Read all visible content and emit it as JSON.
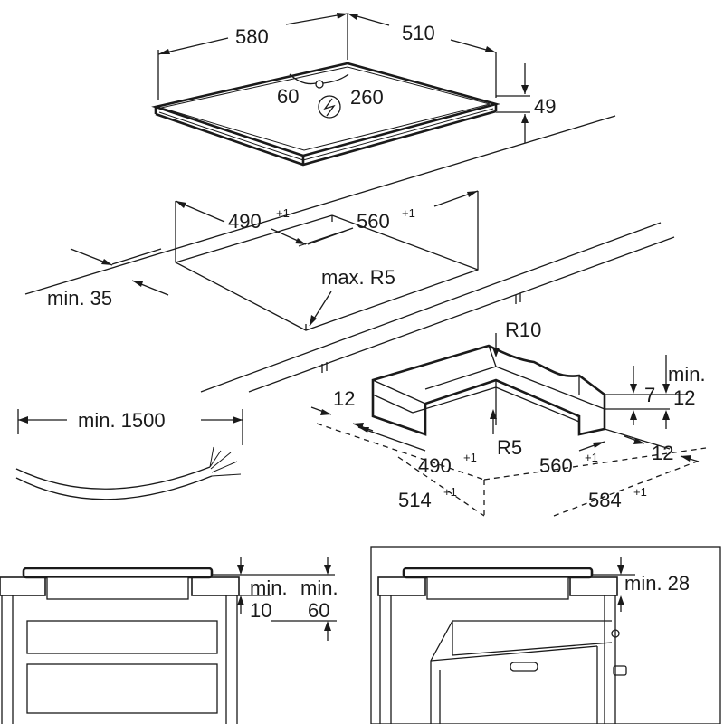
{
  "hob": {
    "width": "580",
    "depth": "510",
    "height": "49",
    "cable_offset_left": "60",
    "cable_offset_right": "260"
  },
  "cutout": {
    "width": "490",
    "width_tol": "+1",
    "depth": "560",
    "depth_tol": "+1",
    "radius": "max. R5",
    "front_min": "min. 35"
  },
  "cable": {
    "length": "min. 1500"
  },
  "frame": {
    "radius_outer": "R10",
    "radius_inner": "R5",
    "left_margin": "12",
    "right_margin": "12",
    "depth_step": "7",
    "min_label": "min.",
    "min_value": "12",
    "inner_width": "490",
    "inner_width_tol": "+1",
    "inner_depth": "560",
    "inner_depth_tol": "+1",
    "outer_width": "514",
    "outer_width_tol": "+1",
    "outer_depth": "584",
    "outer_depth_tol": "+1"
  },
  "install_drawers": {
    "gap1_label": "min.",
    "gap1_value": "10",
    "gap2_label": "min.",
    "gap2_value": "60"
  },
  "install_oven": {
    "gap_label": "min. 28"
  }
}
